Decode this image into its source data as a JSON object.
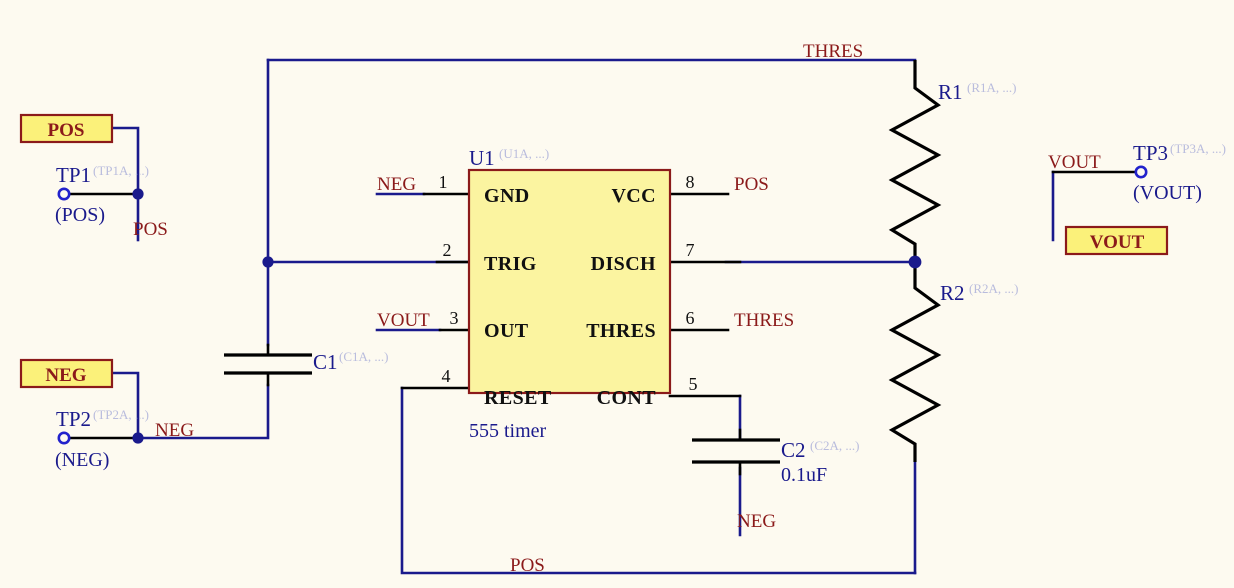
{
  "sheet": {
    "title": "555 timer astable schematic",
    "background_color": "#fdfaf0",
    "wire_color": "#1a1a8c",
    "pin_color": "#000000",
    "net_label_color": "#8b1a1a",
    "ref_color": "#1a1a8c",
    "ic_fill": "#fbf4a0",
    "ic_border": "#8b1a1a",
    "flag_fill": "#fbf17a"
  },
  "ic": {
    "ref": "U1",
    "ref_suffix": "(U1A, ...)",
    "value": "555 timer",
    "pins": [
      {
        "number": "1",
        "name": "GND",
        "side": "left",
        "net": "NEG"
      },
      {
        "number": "2",
        "name": "TRIG",
        "side": "left",
        "net": ""
      },
      {
        "number": "3",
        "name": "OUT",
        "side": "left",
        "net": "VOUT"
      },
      {
        "number": "4",
        "name": "RESET",
        "side": "left",
        "net": ""
      },
      {
        "number": "8",
        "name": "VCC",
        "side": "right",
        "net": "POS"
      },
      {
        "number": "7",
        "name": "DISCH",
        "side": "right",
        "net": ""
      },
      {
        "number": "6",
        "name": "THRES",
        "side": "right",
        "net": "THRES"
      },
      {
        "number": "5",
        "name": "CONT",
        "side": "right",
        "net": ""
      }
    ]
  },
  "resistors": [
    {
      "ref": "R1",
      "ref_suffix": "(R1A, ...)"
    },
    {
      "ref": "R2",
      "ref_suffix": "(R2A, ...)"
    }
  ],
  "capacitors": [
    {
      "ref": "C1",
      "ref_suffix": "(C1A, ...)",
      "value": ""
    },
    {
      "ref": "C2",
      "ref_suffix": "(C2A, ...)",
      "value": "0.1uF"
    }
  ],
  "testpoints": [
    {
      "ref": "TP1",
      "ref_suffix": "(TP1A, ...)",
      "value": "(POS)"
    },
    {
      "ref": "TP2",
      "ref_suffix": "(TP2A, ...)",
      "value": "(NEG)"
    },
    {
      "ref": "TP3",
      "ref_suffix": "(TP3A, ...)",
      "value": "(VOUT)"
    }
  ],
  "flags": [
    {
      "label": "POS"
    },
    {
      "label": "NEG"
    },
    {
      "label": "VOUT"
    }
  ],
  "net_labels": [
    {
      "text": "THRES"
    },
    {
      "text": "POS"
    },
    {
      "text": "NEG"
    },
    {
      "text": "VOUT"
    },
    {
      "text": "POS"
    },
    {
      "text": "NEG"
    },
    {
      "text": "THRES"
    },
    {
      "text": "NEG"
    },
    {
      "text": "VOUT"
    },
    {
      "text": "POS"
    }
  ],
  "labels": {
    "thres_top": "THRES",
    "pos_tp1": "POS",
    "neg_tp2": "NEG",
    "vout_right": "VOUT",
    "pin1_net": "NEG",
    "pin3_net": "VOUT",
    "pin8_net": "POS",
    "pin6_net": "THRES",
    "c2_gnd_net": "NEG",
    "bottom_net": "POS",
    "flag_pos": "POS",
    "flag_neg": "NEG",
    "flag_vout": "VOUT"
  }
}
